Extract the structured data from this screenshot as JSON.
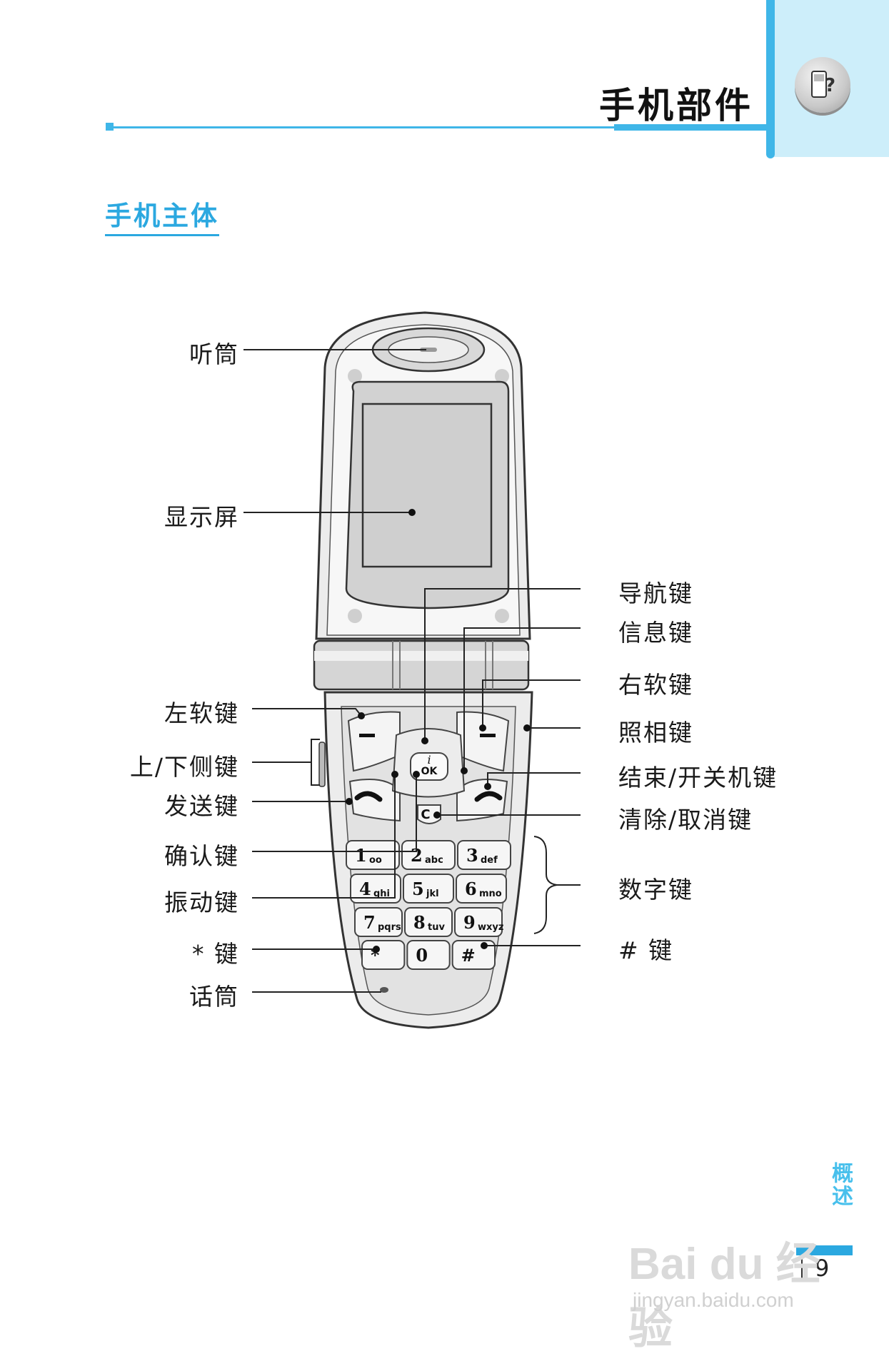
{
  "header": {
    "title": "手机部件"
  },
  "section": {
    "title": "手机主体"
  },
  "labels_left": {
    "earpiece": "听筒",
    "display": "显示屏",
    "left_soft_key": "左软键",
    "side_keys": "上/下侧键",
    "send_key": "发送键",
    "ok_key": "确认键",
    "vibrate_key": "振动键",
    "star_key": "* 键",
    "microphone": "话筒"
  },
  "labels_right": {
    "nav_key": "导航键",
    "message_key": "信息键",
    "right_soft_key": "右软键",
    "camera_key": "照相键",
    "end_power_key": "结束/开关机键",
    "clear_key": "清除/取消键",
    "number_keys": "数字键",
    "hash_key": "# 键"
  },
  "keypad": {
    "rows": [
      [
        {
          "num": "1",
          "sub": "oo"
        },
        {
          "num": "2",
          "sub": "abc"
        },
        {
          "num": "3",
          "sub": "def"
        }
      ],
      [
        {
          "num": "4",
          "sub": "ghi"
        },
        {
          "num": "5",
          "sub": "jkl"
        },
        {
          "num": "6",
          "sub": "mno"
        }
      ],
      [
        {
          "num": "7",
          "sub": "pqrs"
        },
        {
          "num": "8",
          "sub": "tuv"
        },
        {
          "num": "9",
          "sub": "wxyz"
        }
      ],
      [
        {
          "num": "*",
          "sub": ""
        },
        {
          "num": "0",
          "sub": ""
        },
        {
          "num": "#",
          "sub": ""
        }
      ]
    ],
    "ok_label": "OK",
    "clear_label": "C"
  },
  "sidebar": {
    "chapter": "概述"
  },
  "page": {
    "number": "9"
  },
  "watermark": {
    "brand": "Bai du 经验",
    "url": "jingyan.baidu.com"
  },
  "colors": {
    "accent": "#3fb6e8",
    "tab_bg": "#cdeefa",
    "phone_gray": "#d9d9d9"
  }
}
